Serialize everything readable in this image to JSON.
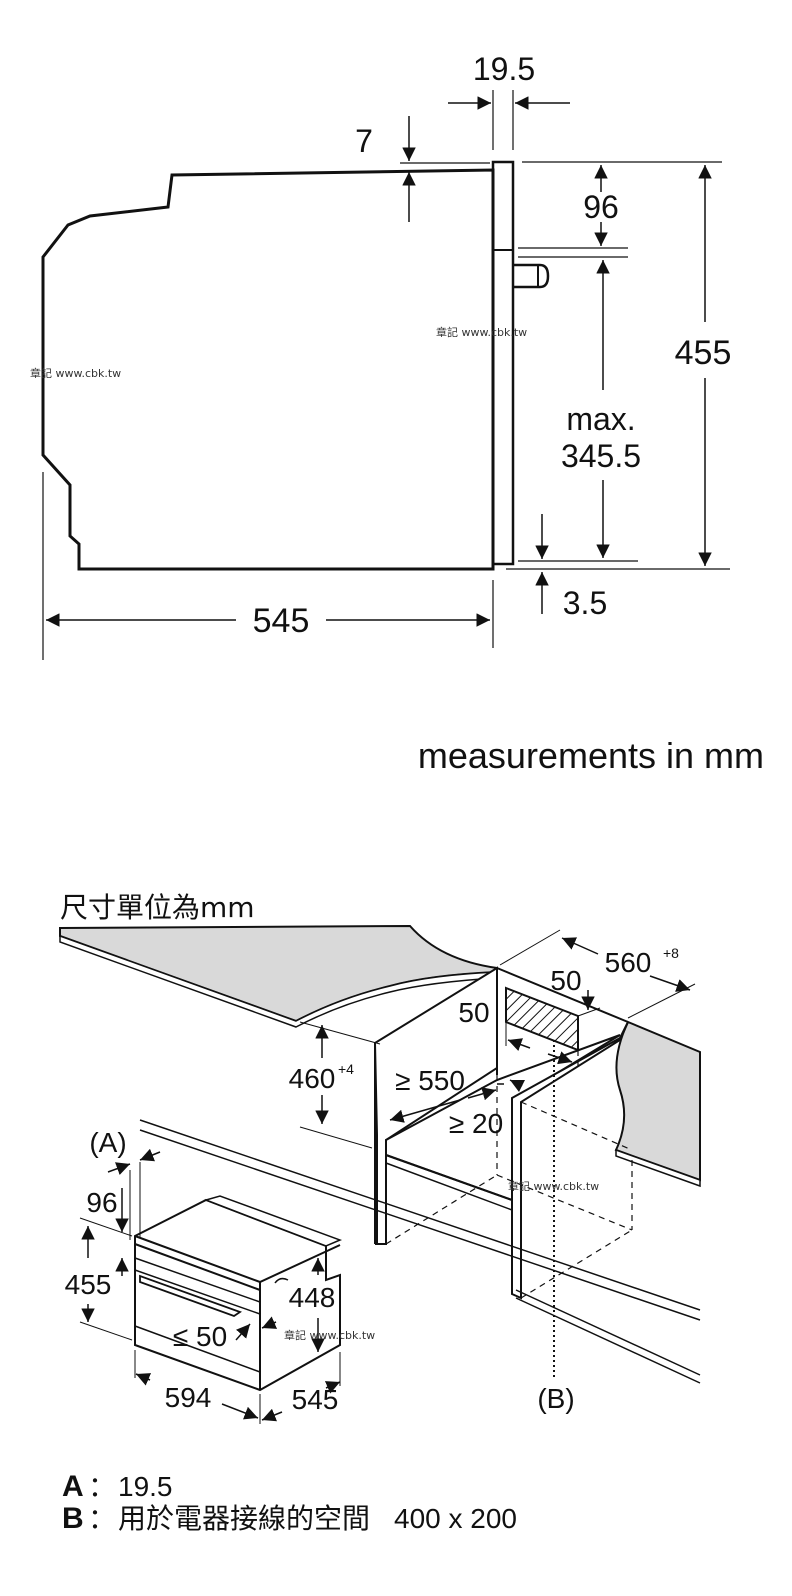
{
  "side_view": {
    "dim_top_offset": "19.5",
    "dim_step": "7",
    "dim_panel": "96",
    "dim_height": "455",
    "dim_max_label": "max.",
    "dim_max_value": "345.5",
    "dim_bottom": "3.5",
    "dim_depth": "545"
  },
  "units_note": "measurements in mm",
  "install_view": {
    "title": "尺寸單位為mm",
    "dim_width": "560",
    "dim_width_tol": "+8",
    "dim_50_top": "50",
    "dim_50_side": "50",
    "dim_height": "460",
    "dim_height_tol": "+4",
    "dim_depth_min": "≥ 550",
    "dim_gap_min": "≥ 20",
    "label_a": "(A)",
    "label_b": "(B)",
    "appliance_96": "96",
    "appliance_455": "455",
    "appliance_448": "448",
    "appliance_le50": "≤ 50",
    "appliance_594": "594",
    "appliance_545": "545"
  },
  "legend": {
    "a_key": "A",
    "a_sep": "：",
    "a_value": "19.5",
    "b_key": "B",
    "b_sep": "：",
    "b_value": "用於電器接線的空間",
    "b_size": "400 x 200"
  },
  "watermarks": [
    "章記 www.cbk.tw",
    "章記 www.cbk.tw",
    "章記 www.cbk.tw",
    "章記 www.cbk.tw"
  ]
}
